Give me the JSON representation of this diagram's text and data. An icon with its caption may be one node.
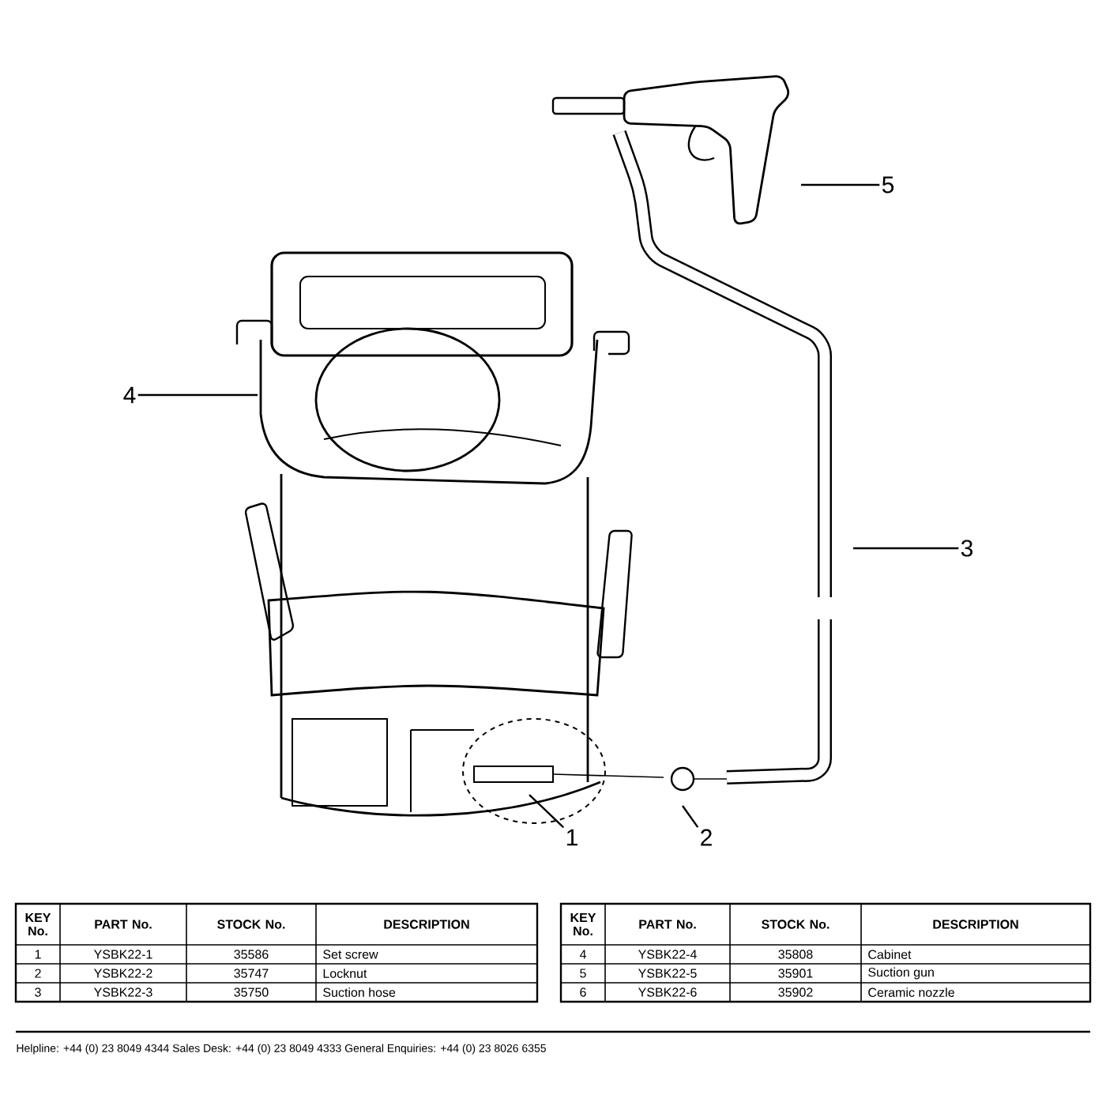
{
  "diagram": {
    "nodes": [
      {
        "text": [
          "5"
        ]
      },
      {
        "text": [
          "4"
        ]
      },
      {
        "text": [
          "3"
        ]
      },
      {
        "text": [
          "1"
        ]
      },
      {
        "text": [
          "2"
        ]
      }
    ],
    "edges": [
      {
        "from": 0,
        "to": null,
        "arrow": "none"
      },
      {
        "from": 1,
        "to": null,
        "arrow": "none"
      },
      {
        "from": 2,
        "to": null,
        "arrow": "none"
      },
      {
        "from": 3,
        "to": null,
        "arrow": "none"
      },
      {
        "from": 4,
        "to": null,
        "arrow": "none"
      }
    ],
    "labels": [
      "KEY No.",
      "PART No.",
      "STOCK No.",
      "DESCRIPTION",
      "KEY No.",
      "PART No.",
      "STOCK No.",
      "DESCRIPTION",
      "1",
      "YSBK22-1",
      "35586",
      "Set screw",
      "4",
      "YSBK22-4",
      "35808",
      "Cabinet",
      "2",
      "YSBK22-2",
      "35747",
      "Locknut",
      "5",
      "YSBK22-5",
      "35901",
      "Suction gun",
      "3",
      "YSBK22-3",
      "35750",
      "Suction hose",
      "6",
      "YSBK22-6",
      "35902",
      "Ceramic nozzle",
      "Helpline: +44 (0) 23 8049 4344 Sales Desk: +44 (0) 23 8049 4333 General Enquiries: +44 (0) 23 8026 6355"
    ]
  }
}
